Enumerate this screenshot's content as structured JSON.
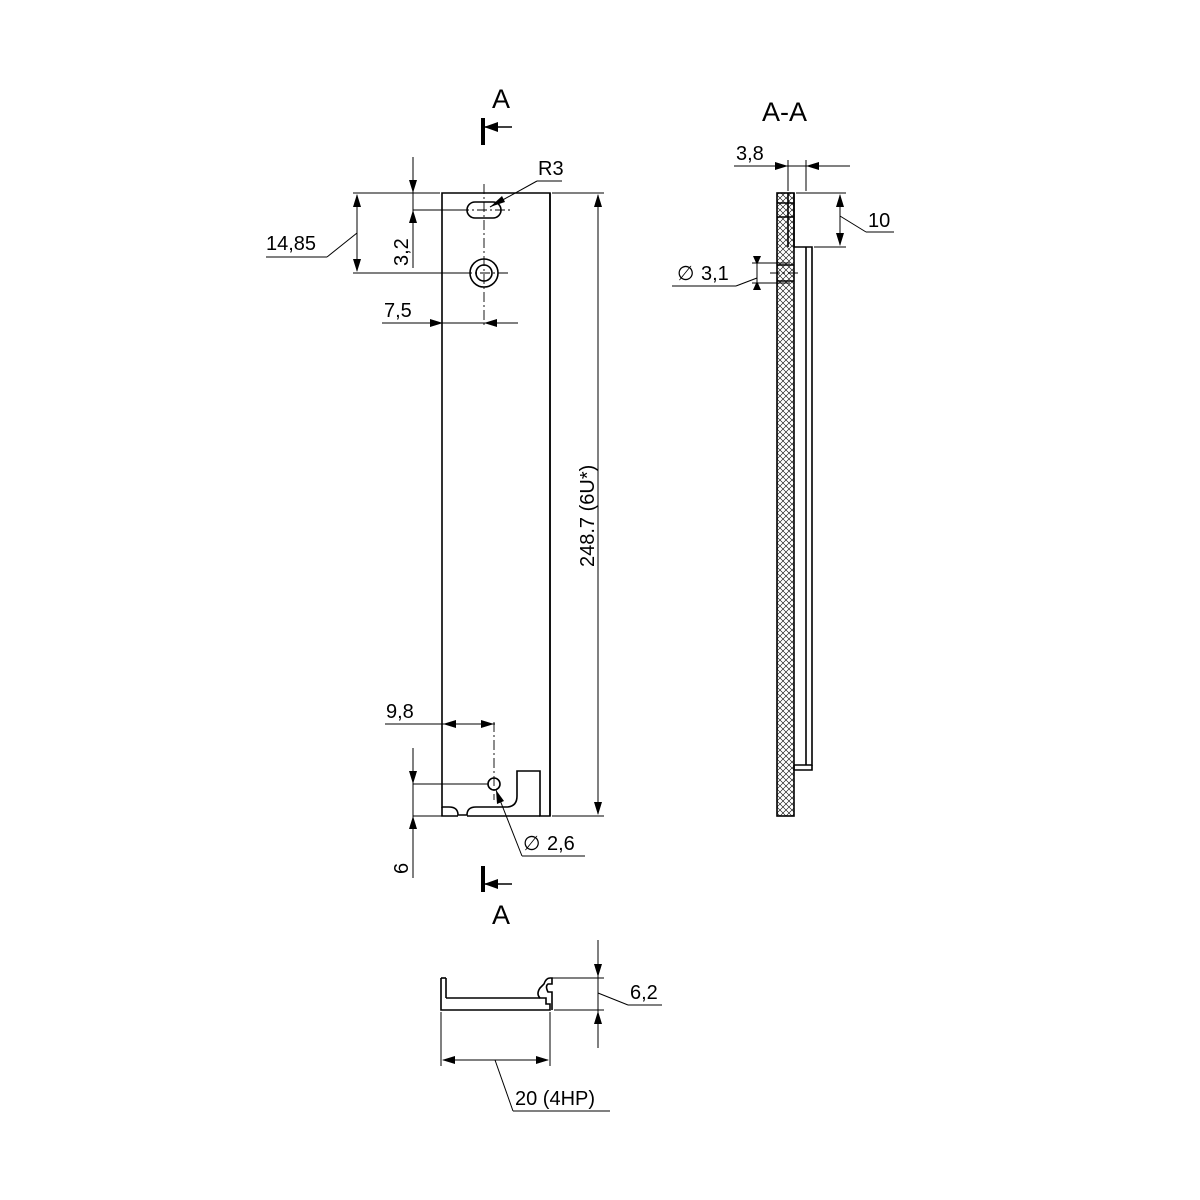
{
  "front_view": {
    "section_top": {
      "letter": "A"
    },
    "section_bottom": {
      "letter": "A"
    },
    "dims": {
      "slot_radius": "R3",
      "top_to_hole": "14,85",
      "slot_to_hole": "3,2",
      "hole_offset": "7,5",
      "height": "248.7 (6U*)",
      "bottom_hole_offset": "9,8",
      "bottom_hole_height": "6",
      "bottom_hole_diameter": "2,6"
    }
  },
  "section_view": {
    "title": "A-A",
    "dims": {
      "thickness": "3,8",
      "flange": "10",
      "hole_diameter": "3,1"
    }
  },
  "bottom_view": {
    "dims": {
      "depth": "6,2",
      "width": "20 (4HP)"
    }
  },
  "symbols": {
    "diameter": "∅"
  },
  "colors": {
    "line": "#000000",
    "background": "#ffffff"
  }
}
